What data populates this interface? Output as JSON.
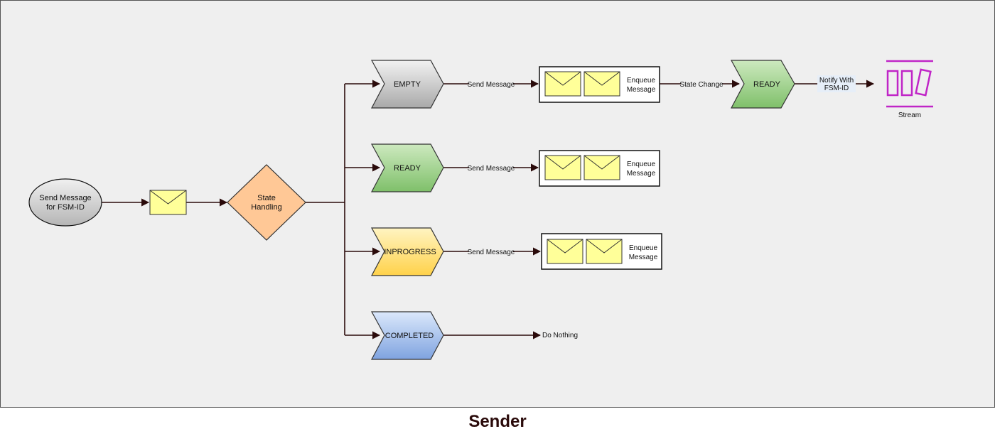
{
  "diagram": {
    "title": "Sender",
    "start": {
      "line1": "Send Message",
      "line2": "for FSM-ID"
    },
    "decision": {
      "line1": "State",
      "line2": "Handling"
    },
    "states": {
      "empty": "EMPTY",
      "ready": "READY",
      "inprogress": "INPROGRESS",
      "completed": "COMPLETED"
    },
    "edges": {
      "send_message": "Send Message",
      "state_change": "State Change",
      "notify_line1": "Notify With",
      "notify_line2": "FSM-ID",
      "do_nothing": "Do Nothing"
    },
    "queue": {
      "line1": "Enqueue",
      "line2": "Message"
    },
    "ready_final": "READY",
    "stream_label": "Stream",
    "colors": {
      "canvas_bg": "#efefef",
      "gray_state": "#c9c9c9",
      "green_state": "#9fd08a",
      "yellow_state": "#ffdd6e",
      "blue_state": "#8fb0e6",
      "decision": "#ffc896",
      "envelope": "#ffff99",
      "stream": "#c025c7",
      "edge": "#2a0a0a"
    }
  }
}
